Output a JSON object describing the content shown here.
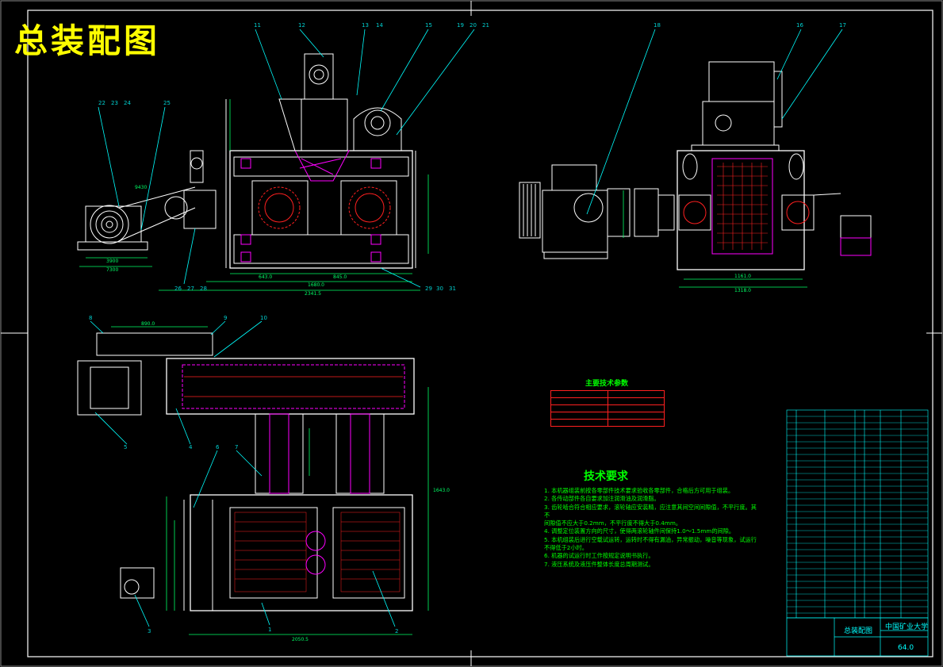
{
  "title": "总装配图",
  "part_labels": {
    "p11": "11",
    "p12": "12",
    "p13": "13",
    "p14": "14",
    "p15": "15",
    "p19": "19",
    "p20": "20",
    "p21": "21",
    "p18": "18",
    "p16": "16",
    "p17": "17",
    "p22": "22",
    "p23": "23",
    "p24": "24",
    "p25": "25",
    "p26": "26",
    "p27": "27",
    "p28": "28",
    "p29": "29",
    "p30": "30",
    "p31": "31",
    "p8": "8",
    "p9": "9",
    "p10": "10",
    "p5": "5",
    "p4": "4",
    "p6": "6",
    "p7": "7",
    "p3": "3",
    "p1": "1",
    "p2": "2"
  },
  "dimensions": {
    "d_3900": "3900",
    "d_7300": "7300",
    "d_9430": "9430",
    "d_6430": "643.0",
    "d_8450": "845.0",
    "d_16800": "1680.0",
    "d_23415": "2341.5",
    "d_8900": "890.0",
    "d_11610": "1161.0",
    "d_13180": "1318.0",
    "d_16430": "1643.0",
    "d_20505": "2050.5"
  },
  "params": {
    "title": "主要技术参数",
    "rows": [
      "",
      "",
      "",
      "",
      ""
    ]
  },
  "tech": {
    "title": "技术要求",
    "items": [
      "1. 本机器组装前按各零部件技术要求验收各零部件，合格后方可用于组装。",
      "2. 各传动部件各自要求加注润滑油及润滑脂。",
      "3. 齿轮啮合符合相应要求，滚轮轴应安装精，应注意其间空间间隙值，不平行度。其不",
      "   间隙值不应大于0.2mm，不平行度不得大于0.4mm。",
      "4. 调整定位装置方向的尺寸，使得两滚轮轴件间保持1.0～1.5mm的间隙。",
      "5. 本机组装后进行空载试运转，运转时不得有漏油，异常振动，噪音等现象，试运行",
      "   不得低于2小时。",
      "6. 机器的试运行时工作按规定说明书执行。",
      "7. 液压系统及液压件整体长度总周期测试。"
    ]
  },
  "title_block": {
    "university": "中国矿业大学",
    "drawing_name": "总装配图",
    "sheet_no": "64.0"
  },
  "colors": {
    "background": "#000000",
    "frame": "#ffffff",
    "title": "#ffff00",
    "outline": "#ffffff",
    "leader": "#00ffff",
    "hidden": "#ff2020",
    "magenta": "#ff00ff",
    "dimension": "#00ff66"
  }
}
